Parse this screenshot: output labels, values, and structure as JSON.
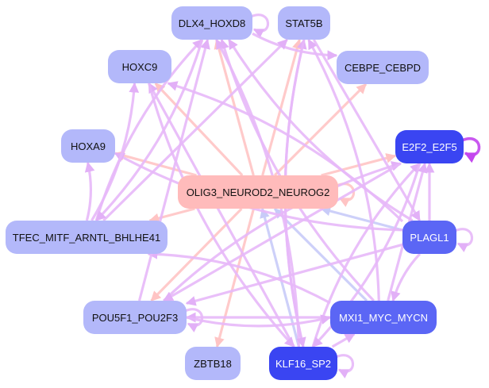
{
  "graph": {
    "type": "directed-network",
    "colors": {
      "source_red": "#ffbbbb",
      "light_node": "#b3b8fa",
      "medium_node": "#5b66f5",
      "dark_node": "#3a45f2",
      "edge_red": "#ffc4c4",
      "edge_purple": "#e7b8f8",
      "edge_blue": "#c8cbf8",
      "edge_strong_purple": "#c346ee"
    },
    "nodes": [
      {
        "id": "DLX4_HOXD8",
        "label": "DLX4_HOXD8",
        "tone": "light"
      },
      {
        "id": "STAT5B",
        "label": "STAT5B",
        "tone": "light"
      },
      {
        "id": "HOXC9",
        "label": "HOXC9",
        "tone": "light"
      },
      {
        "id": "CEBPE_CEBPD",
        "label": "CEBPE_CEBPD",
        "tone": "light"
      },
      {
        "id": "HOXA9",
        "label": "HOXA9",
        "tone": "light"
      },
      {
        "id": "E2F2_E2F5",
        "label": "E2F2_E2F5",
        "tone": "dark"
      },
      {
        "id": "OLIG3_NEUROD2_NEUROG2",
        "label": "OLIG3_NEUROD2_NEUROG2",
        "tone": "red"
      },
      {
        "id": "TFEC_MITF_ARNTL_BHLHE41",
        "label": "TFEC_MITF_ARNTL_BHLHE41",
        "tone": "light"
      },
      {
        "id": "PLAGL1",
        "label": "PLAGL1",
        "tone": "medium"
      },
      {
        "id": "POU5F1_POU2F3",
        "label": "POU5F1_POU2F3",
        "tone": "light"
      },
      {
        "id": "MXI1_MYC_MYCN",
        "label": "MXI1_MYC_MYCN",
        "tone": "medium"
      },
      {
        "id": "ZBTB18",
        "label": "ZBTB18",
        "tone": "light"
      },
      {
        "id": "KLF16_SP2",
        "label": "KLF16_SP2",
        "tone": "dark"
      }
    ],
    "edges": [
      {
        "from": "OLIG3_NEUROD2_NEUROG2",
        "to": "DLX4_HOXD8",
        "kind": "red"
      },
      {
        "from": "OLIG3_NEUROD2_NEUROG2",
        "to": "STAT5B",
        "kind": "red"
      },
      {
        "from": "OLIG3_NEUROD2_NEUROG2",
        "to": "HOXC9",
        "kind": "red"
      },
      {
        "from": "OLIG3_NEUROD2_NEUROG2",
        "to": "CEBPE_CEBPD",
        "kind": "red"
      },
      {
        "from": "OLIG3_NEUROD2_NEUROG2",
        "to": "HOXA9",
        "kind": "red"
      },
      {
        "from": "OLIG3_NEUROD2_NEUROG2",
        "to": "E2F2_E2F5",
        "kind": "red"
      },
      {
        "from": "OLIG3_NEUROD2_NEUROG2",
        "to": "TFEC_MITF_ARNTL_BHLHE41",
        "kind": "red"
      },
      {
        "from": "OLIG3_NEUROD2_NEUROG2",
        "to": "POU5F1_POU2F3",
        "kind": "red"
      },
      {
        "from": "OLIG3_NEUROD2_NEUROG2",
        "to": "ZBTB18",
        "kind": "red"
      },
      {
        "from": "OLIG3_NEUROD2_NEUROG2",
        "to": "OLIG3_NEUROD2_NEUROG2",
        "kind": "red"
      },
      {
        "from": "DLX4_HOXD8",
        "to": "DLX4_HOXD8",
        "kind": "purple"
      },
      {
        "from": "DLX4_HOXD8",
        "to": "CEBPE_CEBPD",
        "kind": "purple"
      },
      {
        "from": "E2F2_E2F5",
        "to": "E2F2_E2F5",
        "kind": "strong"
      },
      {
        "from": "PLAGL1",
        "to": "PLAGL1",
        "kind": "purple"
      },
      {
        "from": "POU5F1_POU2F3",
        "to": "POU5F1_POU2F3",
        "kind": "purple"
      },
      {
        "from": "KLF16_SP2",
        "to": "KLF16_SP2",
        "kind": "purple"
      },
      {
        "from": "PLAGL1",
        "to": "OLIG3_NEUROD2_NEUROG2",
        "kind": "blue"
      },
      {
        "from": "MXI1_MYC_MYCN",
        "to": "OLIG3_NEUROD2_NEUROG2",
        "kind": "blue"
      },
      {
        "from": "KLF16_SP2",
        "to": "OLIG3_NEUROD2_NEUROG2",
        "kind": "blue"
      },
      {
        "from": "PLAGL1",
        "to": "E2F2_E2F5",
        "kind": "purple"
      },
      {
        "from": "PLAGL1",
        "to": "HOXC9",
        "kind": "purple"
      },
      {
        "from": "PLAGL1",
        "to": "DLX4_HOXD8",
        "kind": "purple"
      },
      {
        "from": "PLAGL1",
        "to": "POU5F1_POU2F3",
        "kind": "purple"
      },
      {
        "from": "PLAGL1",
        "to": "MXI1_MYC_MYCN",
        "kind": "purple"
      },
      {
        "from": "PLAGL1",
        "to": "HOXA9",
        "kind": "purple"
      },
      {
        "from": "MXI1_MYC_MYCN",
        "to": "E2F2_E2F5",
        "kind": "purple"
      },
      {
        "from": "MXI1_MYC_MYCN",
        "to": "STAT5B",
        "kind": "purple"
      },
      {
        "from": "MXI1_MYC_MYCN",
        "to": "DLX4_HOXD8",
        "kind": "purple"
      },
      {
        "from": "MXI1_MYC_MYCN",
        "to": "POU5F1_POU2F3",
        "kind": "purple"
      },
      {
        "from": "MXI1_MYC_MYCN",
        "to": "TFEC_MITF_ARNTL_BHLHE41",
        "kind": "purple"
      },
      {
        "from": "KLF16_SP2",
        "to": "E2F2_E2F5",
        "kind": "purple"
      },
      {
        "from": "KLF16_SP2",
        "to": "MXI1_MYC_MYCN",
        "kind": "purple"
      },
      {
        "from": "KLF16_SP2",
        "to": "DLX4_HOXD8",
        "kind": "purple"
      },
      {
        "from": "KLF16_SP2",
        "to": "STAT5B",
        "kind": "purple"
      },
      {
        "from": "KLF16_SP2",
        "to": "HOXC9",
        "kind": "purple"
      },
      {
        "from": "POU5F1_POU2F3",
        "to": "MXI1_MYC_MYCN",
        "kind": "purple"
      },
      {
        "from": "POU5F1_POU2F3",
        "to": "E2F2_E2F5",
        "kind": "purple"
      },
      {
        "from": "POU5F1_POU2F3",
        "to": "DLX4_HOXD8",
        "kind": "purple"
      },
      {
        "from": "TFEC_MITF_ARNTL_BHLHE41",
        "to": "HOXA9",
        "kind": "purple"
      },
      {
        "from": "TFEC_MITF_ARNTL_BHLHE41",
        "to": "DLX4_HOXD8",
        "kind": "purple"
      },
      {
        "from": "TFEC_MITF_ARNTL_BHLHE41",
        "to": "STAT5B",
        "kind": "purple"
      },
      {
        "from": "TFEC_MITF_ARNTL_BHLHE41",
        "to": "HOXC9",
        "kind": "purple"
      },
      {
        "from": "E2F2_E2F5",
        "to": "KLF16_SP2",
        "kind": "purple"
      },
      {
        "from": "E2F2_E2F5",
        "to": "POU5F1_POU2F3",
        "kind": "purple"
      },
      {
        "from": "HOXC9",
        "to": "KLF16_SP2",
        "kind": "purple"
      },
      {
        "from": "DLX4_HOXD8",
        "to": "TFEC_MITF_ARNTL_BHLHE41",
        "kind": "purple"
      },
      {
        "from": "STAT5B",
        "to": "PLAGL1",
        "kind": "purple"
      },
      {
        "from": "STAT5B",
        "to": "KLF16_SP2",
        "kind": "purple"
      }
    ]
  }
}
